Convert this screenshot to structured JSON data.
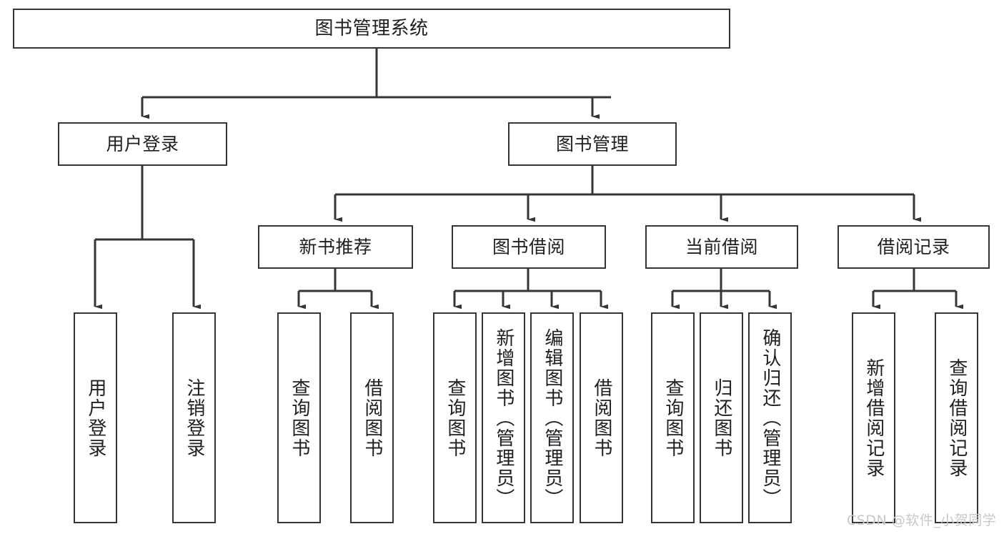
{
  "diagram": {
    "title": "图书管理系统",
    "type": "tree-hierarchy-diagram",
    "colors": {
      "stroke": "#33363b",
      "text": "#1d1f23",
      "background": "#ffffff",
      "watermark": "#c8c8c8"
    }
  },
  "root": {
    "label": "图书管理系统"
  },
  "level2": [
    {
      "label": "用户登录"
    },
    {
      "label": "图书管理"
    }
  ],
  "level3": [
    {
      "label": "新书推荐"
    },
    {
      "label": "图书借阅"
    },
    {
      "label": "当前借阅"
    },
    {
      "label": "借阅记录"
    }
  ],
  "leaves": {
    "user_login": [
      {
        "label": "用户登录"
      },
      {
        "label": "注销登录"
      }
    ],
    "new_book_recommend": [
      {
        "label": "查询图书"
      },
      {
        "label": "借阅图书"
      }
    ],
    "book_borrow": [
      {
        "label": "查询图书"
      },
      {
        "label": "新增图书（管理员）"
      },
      {
        "label": "编辑图书（管理员）"
      },
      {
        "label": "借阅图书"
      }
    ],
    "current_borrow": [
      {
        "label": "查询图书"
      },
      {
        "label": "归还图书"
      },
      {
        "label": "确认归还（管理员）"
      }
    ],
    "borrow_record": [
      {
        "label": "新增借阅记录"
      },
      {
        "label": "查询借阅记录"
      }
    ]
  },
  "watermark": {
    "text": "CSDN @软件_小贺同学"
  }
}
